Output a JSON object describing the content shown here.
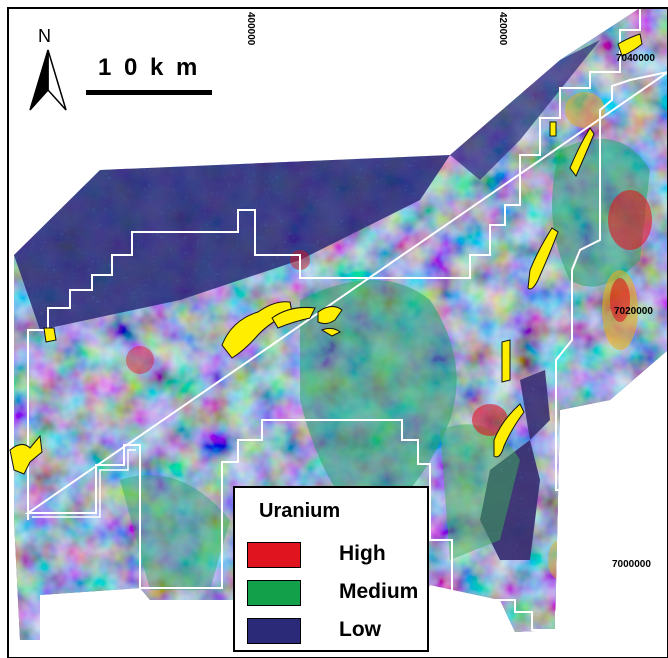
{
  "map": {
    "north_label": "N",
    "scale_label": "1 0 k m",
    "eastings": [
      "400000",
      "420000"
    ],
    "northings": [
      "7040000",
      "7020000",
      "7000000"
    ],
    "colors": {
      "high": "#e0141e",
      "medium": "#12a04a",
      "low": "#2a2a78",
      "deposits": "#ffee00",
      "boundary": "#ffffff"
    }
  },
  "legend": {
    "title": "Uranium",
    "items": [
      {
        "label": "High",
        "color": "#e0141e"
      },
      {
        "label": "Medium",
        "color": "#12a04a"
      },
      {
        "label": "Low",
        "color": "#2a2a78"
      }
    ]
  }
}
